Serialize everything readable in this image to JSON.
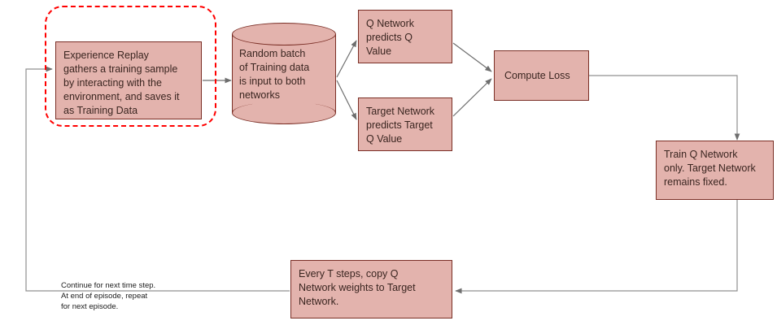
{
  "diagram": {
    "title": "Deep Q-Learning with Target Network training loop",
    "colors": {
      "node_fill": "#e3b3ad",
      "node_border": "#7a2e25",
      "group_border": "#ff0000",
      "edge": "#808080",
      "text": "#3a2520"
    },
    "nodes": [
      {
        "id": "experience-replay",
        "label": "Experience Replay\ngathers a training sample\nby interacting with the\nenvironment, and saves it\nas Training Data",
        "shape": "rectangle"
      },
      {
        "id": "random-batch",
        "label": "Random batch\nof Training data\nis input to both\nnetworks",
        "shape": "cylinder"
      },
      {
        "id": "q-network-predicts",
        "label": "Q Network\npredicts Q\nValue",
        "shape": "rectangle"
      },
      {
        "id": "target-network-predicts",
        "label": "Target Network\npredicts Target\nQ Value",
        "shape": "rectangle"
      },
      {
        "id": "compute-loss",
        "label": "Compute Loss",
        "shape": "rectangle"
      },
      {
        "id": "train-q-network",
        "label": "Train Q Network\nonly. Target Network\nremains fixed.",
        "shape": "rectangle"
      },
      {
        "id": "copy-weights",
        "label": "Every T steps, copy Q\nNetwork weights to Target\nNetwork.",
        "shape": "rectangle"
      }
    ],
    "group": {
      "id": "experience-replay-group",
      "style": "dashed-red-rounded"
    },
    "annotations": [
      {
        "id": "loop-note",
        "text": "Continue for next time step.\nAt end of episode, repeat\nfor next episode."
      }
    ],
    "edges": [
      {
        "from": "experience-replay",
        "to": "random-batch"
      },
      {
        "from": "random-batch",
        "to": "q-network-predicts"
      },
      {
        "from": "random-batch",
        "to": "target-network-predicts"
      },
      {
        "from": "q-network-predicts",
        "to": "compute-loss"
      },
      {
        "from": "target-network-predicts",
        "to": "compute-loss"
      },
      {
        "from": "compute-loss",
        "to": "train-q-network"
      },
      {
        "from": "train-q-network",
        "to": "copy-weights"
      },
      {
        "from": "copy-weights",
        "to": "experience-replay"
      }
    ]
  }
}
